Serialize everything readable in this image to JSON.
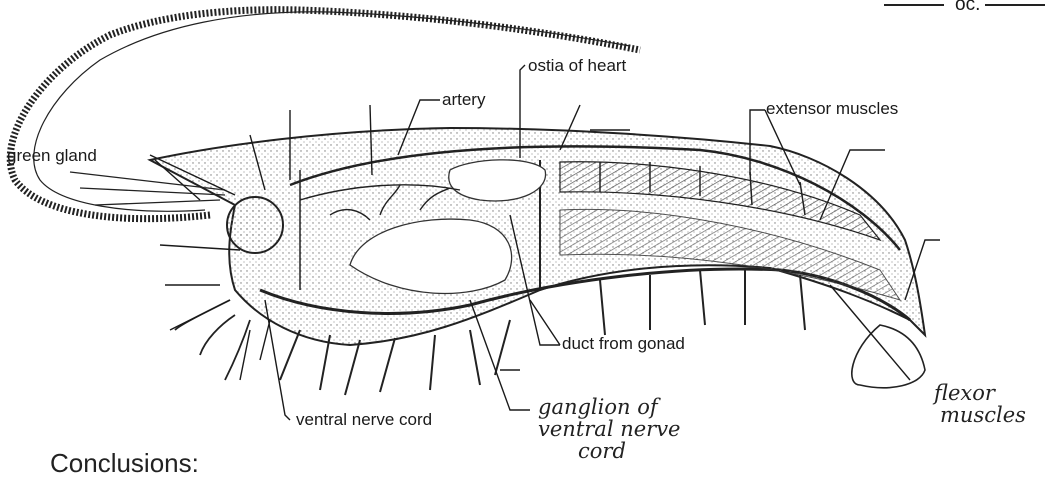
{
  "header_fragment": "oc.",
  "labels": {
    "ostia": "ostia of heart",
    "artery": "artery",
    "extensor": "extensor muscles",
    "green_gland": "green gland",
    "duct": "duct from gonad",
    "ventral_cord": "ventral nerve cord"
  },
  "handwritten": {
    "ganglion": [
      "ganglion of",
      "ventral nerve",
      "cord"
    ],
    "flexor": [
      "flexor",
      "muscles"
    ]
  },
  "conclusions": "Conclusions:",
  "colors": {
    "ink": "#1a1a1a",
    "stipple": "#8a8a8a",
    "paper": "#ffffff"
  }
}
